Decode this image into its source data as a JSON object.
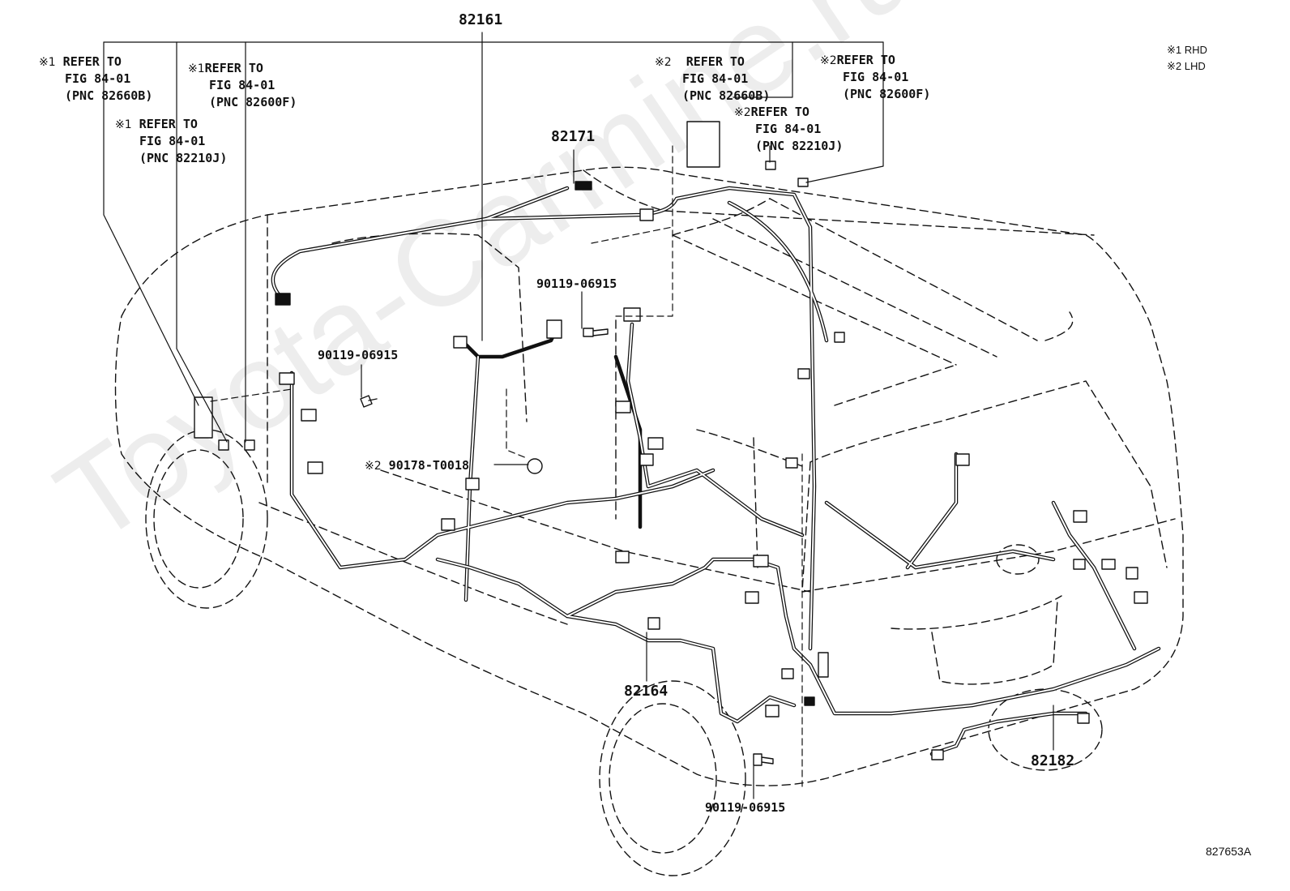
{
  "watermark": "Toyota-Carmine.ru",
  "legend": {
    "rhd": "※1 RHD",
    "lhd": "※2 LHD"
  },
  "callouts": {
    "c1": {
      "mark": "※1",
      "line1": "REFER TO",
      "line2": "FIG 84-01",
      "line3": "(PNC 82660B)"
    },
    "c2": {
      "mark": "※1",
      "line1": "REFER TO",
      "line2": "FIG 84-01",
      "line3": "(PNC 82600F)"
    },
    "c3": {
      "mark": "※1",
      "line1": "REFER TO",
      "line2": "FIG 84-01",
      "line3": "(PNC 82210J)"
    },
    "c4": {
      "mark": "※2",
      "line1": "REFER TO",
      "line2": "FIG 84-01",
      "line3": "(PNC 82660B)"
    },
    "c5": {
      "mark": "※2",
      "line1": "REFER TO",
      "line2": "FIG 84-01",
      "line3": "(PNC 82210J)"
    },
    "c6": {
      "mark": "※2",
      "line1": "REFER TO",
      "line2": "FIG 84-01",
      "line3": "(PNC 82600F)"
    }
  },
  "parts": {
    "p82161": "82161",
    "p82171": "82171",
    "p82164": "82164",
    "p82182": "82182",
    "bolt1": "90119-06915",
    "bolt2": "90119-06915",
    "bolt3": "90119-06915",
    "clip_mark": "※2",
    "clip": "90178-T0018"
  },
  "figure_id": "827653A",
  "colors": {
    "ink": "#111111",
    "paper": "#ffffff",
    "watermark": "#bebebe"
  }
}
